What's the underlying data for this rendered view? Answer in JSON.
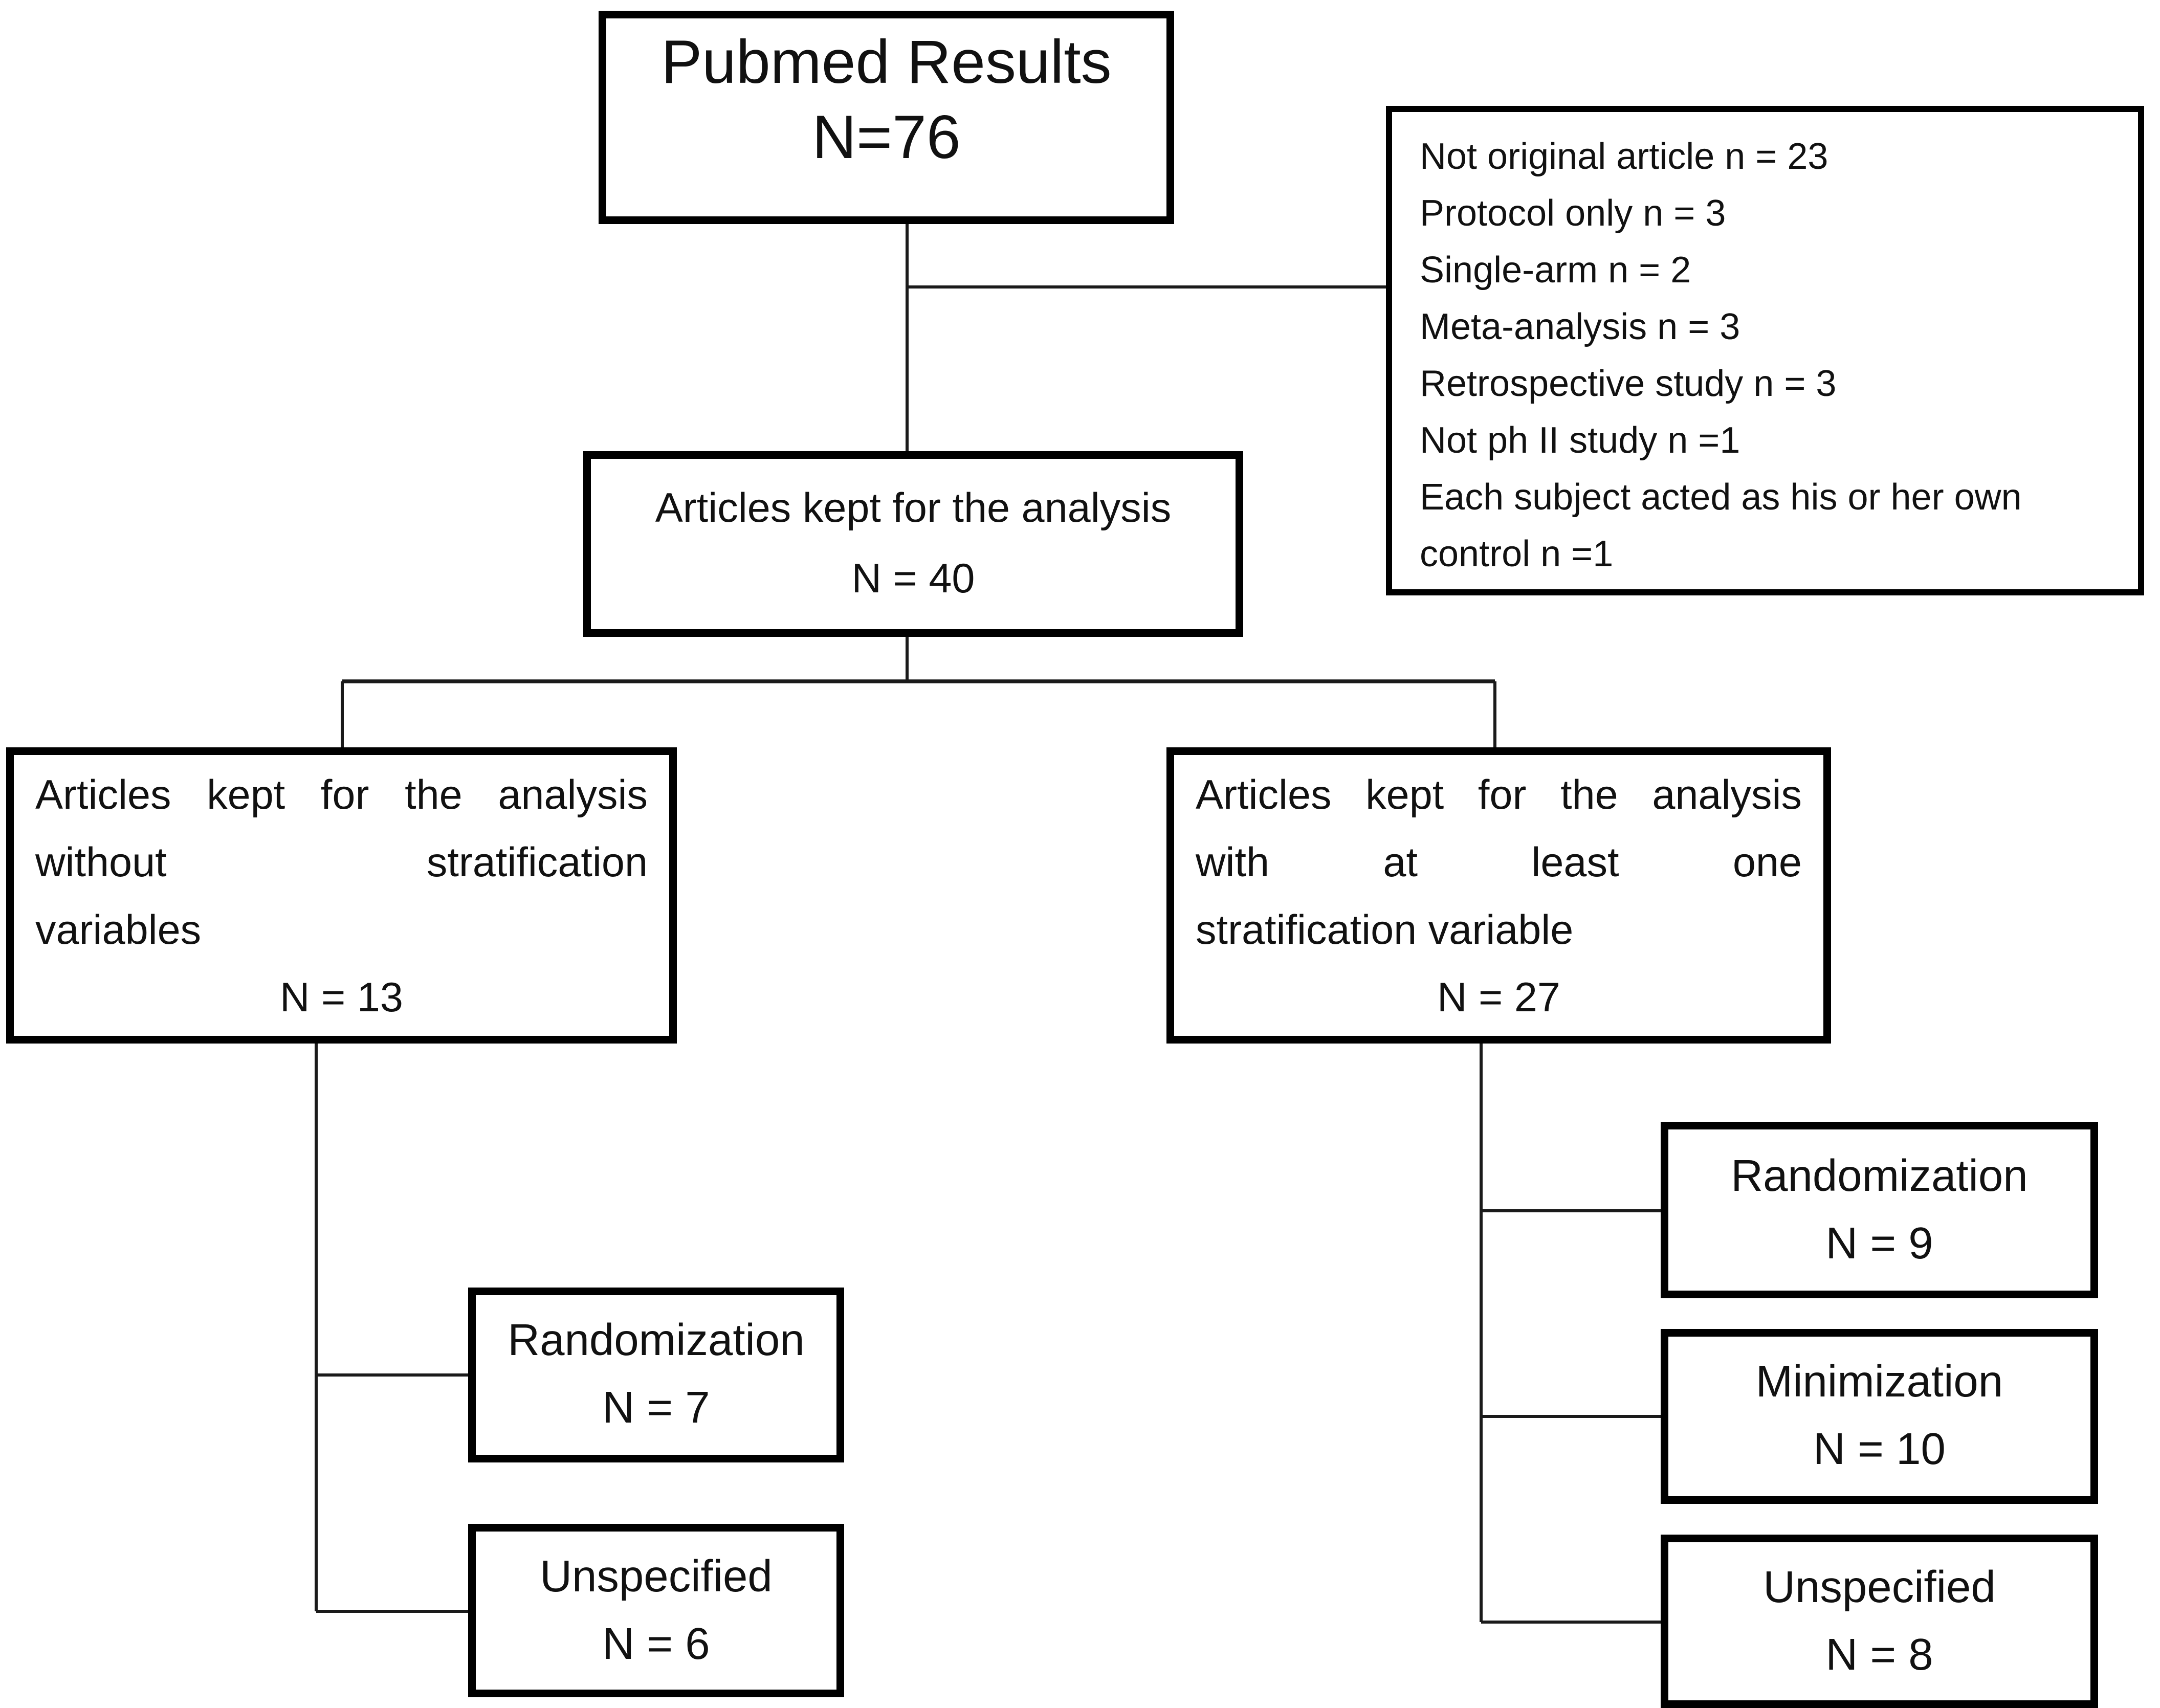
{
  "diagram": {
    "background_color": "#ffffff",
    "border_color": "#000000",
    "line_color": "#1a1a1a",
    "text_color": "#111111"
  },
  "boxes": {
    "pubmed": {
      "lines": [
        "Pubmed Results",
        "N=76"
      ]
    },
    "exclusions": {
      "items": [
        "Not original article n = 23",
        "Protocol only n = 3",
        "Single-arm n = 2",
        "Meta-analysis n = 3",
        "Retrospective study n = 3",
        "Not ph II study n =1",
        "Each subject acted as his or her own control n =1"
      ]
    },
    "kept": {
      "lines": [
        "Articles kept for the analysis",
        "N = 40"
      ]
    },
    "without_strat": {
      "lines": [
        "Articles kept for the analysis",
        "without stratification",
        "variables"
      ],
      "n": "N = 13"
    },
    "with_strat": {
      "lines": [
        "Articles kept for the analysis",
        "with at least one",
        "stratification variable"
      ],
      "n": "N = 27"
    },
    "rand7": {
      "label": "Randomization",
      "n": "N = 7"
    },
    "unspec6": {
      "label": "Unspecified",
      "n": "N = 6"
    },
    "rand9": {
      "label": "Randomization",
      "n": "N = 9"
    },
    "minim10": {
      "label": "Minimization",
      "n": "N = 10"
    },
    "unspec8": {
      "label": "Unspecified",
      "n": "N = 8"
    }
  }
}
